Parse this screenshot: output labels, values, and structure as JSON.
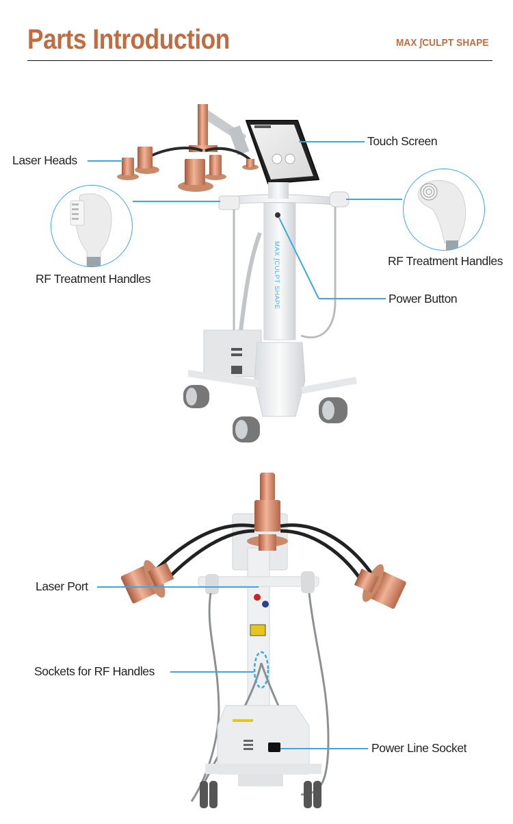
{
  "header": {
    "title": "Parts Introduction",
    "brand": "MAX ∫CULPT SHAPE"
  },
  "front_view": {
    "labels": {
      "laser_heads": "Laser Heads",
      "touch_screen": "Touch Screen",
      "rf_handles_left": "RF Treatment Handles",
      "rf_handles_right": "RF Treatment Handles",
      "power_button": "Power Button"
    },
    "column_brand": "MAX ∫CULPT SHAPE"
  },
  "back_view": {
    "labels": {
      "laser_port": "Laser Port",
      "rf_sockets": "Sockets for RF Handles",
      "power_socket": "Power Line Socket"
    }
  },
  "colors": {
    "accent": "#c36a3f",
    "leader_line": "#38a8e8",
    "copper": "#c98a6a"
  }
}
